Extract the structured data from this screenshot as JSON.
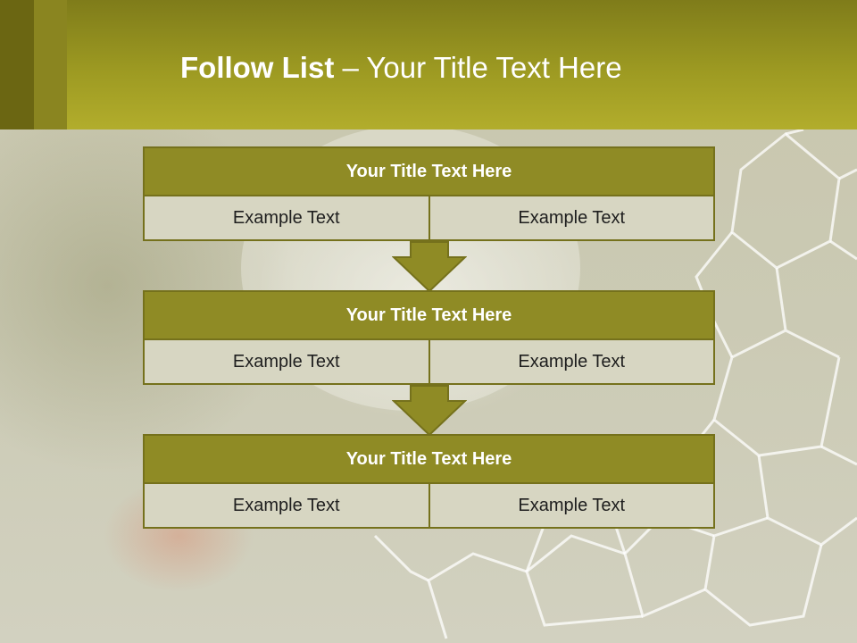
{
  "slide": {
    "title_bold": "Follow List",
    "title_rest": "– Your Title Text Here"
  },
  "blocks": [
    {
      "title": "Your Title Text Here",
      "left": "Example Text",
      "right": "Example Text"
    },
    {
      "title": "Your Title Text Here",
      "left": "Example Text",
      "right": "Example Text"
    },
    {
      "title": "Your Title Text Here",
      "left": "Example Text",
      "right": "Example Text"
    }
  ],
  "colors": {
    "header": "#9d9a22",
    "block_header": "#8f8b25",
    "cell": "#d7d6c2",
    "border": "#75711c"
  }
}
